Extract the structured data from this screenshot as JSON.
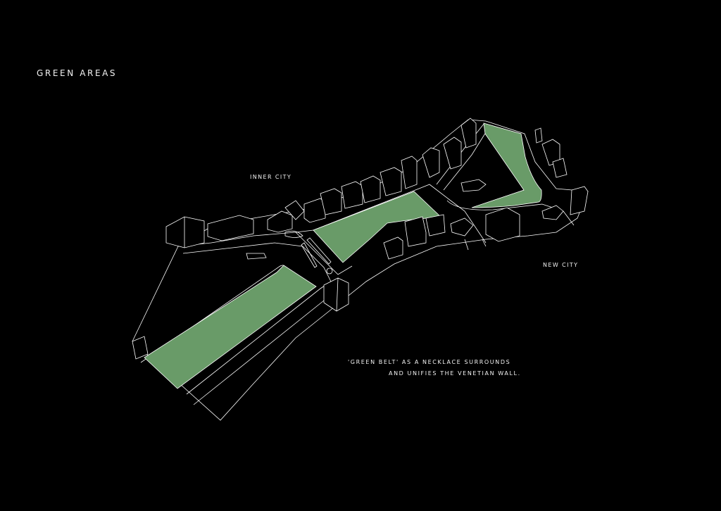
{
  "title": "GREEN AREAS",
  "labels": {
    "inner_city": "INNER CITY",
    "new_city": "NEW CITY"
  },
  "caption": {
    "line1": "'GREEN BELT' AS A NECKLACE SURROUNDS",
    "line2": "AND UNIFIES THE VENETIAN WALL."
  },
  "colors": {
    "background": "#000000",
    "green_area": "#699b68",
    "linework": "#ffffff"
  }
}
